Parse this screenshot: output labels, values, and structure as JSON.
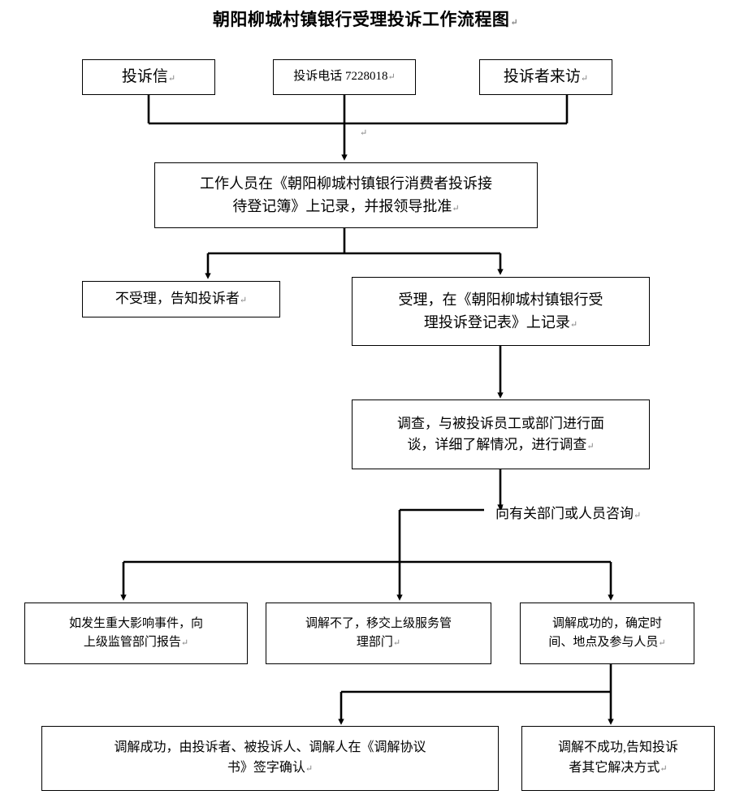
{
  "title": "朝阳柳城村镇银行受理投诉工作流程图",
  "title_mark": "↵",
  "colors": {
    "line": "#000000",
    "box_border": "#000000",
    "background": "#ffffff",
    "text": "#000000",
    "pilcrow": "#7f7f7f"
  },
  "chart_data": {
    "type": "diagram",
    "diagram_kind": "flowchart",
    "title": "朝阳柳城村镇银行受理投诉工作流程图",
    "orientation": "top-to-bottom",
    "nodes": [
      {
        "id": "n1",
        "label": "投诉信",
        "shape": "rect",
        "level": 1
      },
      {
        "id": "n2",
        "label": "投诉电话 7228018",
        "shape": "rect",
        "level": 1
      },
      {
        "id": "n3",
        "label": "投诉者来访",
        "shape": "rect",
        "level": 1
      },
      {
        "id": "n4",
        "label": "工作人员在《朝阳柳城村镇银行消费者投诉接待登记簿》上记录，并报领导批准",
        "shape": "rect",
        "level": 2
      },
      {
        "id": "n5",
        "label": "不受理，告知投诉者",
        "shape": "rect",
        "level": 3
      },
      {
        "id": "n6",
        "label": "受理，在《朝阳柳城村镇银行受理投诉登记表》上记录",
        "shape": "rect",
        "level": 3
      },
      {
        "id": "n7",
        "label": "调查，与被投诉员工或部门进行面谈，详细了解情况，进行调查",
        "shape": "rect",
        "level": 4
      },
      {
        "id": "n8",
        "label": "向有关部门或人员咨询",
        "shape": "text",
        "level": 5
      },
      {
        "id": "n9",
        "label": "如发生重大影响事件，向上级监管部门报告",
        "shape": "rect",
        "level": 6
      },
      {
        "id": "n10",
        "label": "调解不了，移交上级服务管理部门",
        "shape": "rect",
        "level": 6
      },
      {
        "id": "n11",
        "label": "调解成功的，确定时间、地点及参与人员",
        "shape": "rect",
        "level": 6
      },
      {
        "id": "n12",
        "label": "调解成功，由投诉者、被投诉人、调解人在《调解协议书》签字确认",
        "shape": "rect",
        "level": 7
      },
      {
        "id": "n13",
        "label": "调解不成功,告知投诉者其它解决方式",
        "shape": "rect",
        "level": 7
      }
    ],
    "edges": [
      {
        "from": "n1",
        "to": "n4",
        "style": "elbow",
        "arrow": true
      },
      {
        "from": "n2",
        "to": "n4",
        "style": "straight",
        "arrow": true
      },
      {
        "from": "n3",
        "to": "n4",
        "style": "elbow",
        "arrow": true
      },
      {
        "from": "n4",
        "to": "n5",
        "style": "elbow",
        "arrow": true
      },
      {
        "from": "n4",
        "to": "n6",
        "style": "elbow",
        "arrow": true
      },
      {
        "from": "n6",
        "to": "n7",
        "style": "straight",
        "arrow": true
      },
      {
        "from": "n7",
        "to": "n8",
        "style": "straight",
        "arrow": true
      },
      {
        "from": "n8",
        "to": "n9",
        "style": "elbow",
        "arrow": true
      },
      {
        "from": "n8",
        "to": "n10",
        "style": "elbow",
        "arrow": true
      },
      {
        "from": "n8",
        "to": "n11",
        "style": "elbow",
        "arrow": true
      },
      {
        "from": "n11",
        "to": "n12",
        "style": "elbow",
        "arrow": true
      },
      {
        "from": "n11",
        "to": "n13",
        "style": "elbow",
        "arrow": true
      }
    ]
  },
  "nodes": {
    "complaint_letter": {
      "label": "投诉信",
      "mark": "↵"
    },
    "complaint_phone": {
      "label": "投诉电话 7228018",
      "mark": "↵"
    },
    "complaint_visit": {
      "label": "投诉者来访",
      "mark": "↵"
    },
    "registration": {
      "line1": "工作人员在《朝阳柳城村镇银行消费者投诉接",
      "line2": "待登记簿》上记录，并报领导批准",
      "mark": "↵"
    },
    "rejected": {
      "label": "不受理，告知投诉者",
      "mark": "↵"
    },
    "accepted": {
      "line1": "受理，在《朝阳柳城村镇银行受",
      "line2": "理投诉登记表》上记录",
      "mark": "↵"
    },
    "investigate": {
      "line1": "调查，与被投诉员工或部门进行面",
      "line2": "谈，详细了解情况，进行调查",
      "mark": "↵"
    },
    "consult_label": {
      "label": "向有关部门或人员咨询",
      "mark": "↵"
    },
    "major_event": {
      "line1": "如发生重大影响事件，向",
      "line2": "上级监管部门报告",
      "mark": "↵"
    },
    "escalate": {
      "line1": "调解不了，移交上级服务管",
      "line2": "理部门",
      "mark": "↵"
    },
    "mediation_ok": {
      "line1": "调解成功的，确定时",
      "line2": "间、地点及参与人员",
      "mark": "↵"
    },
    "agreement_signed": {
      "line1": "调解成功，由投诉者、被投诉人、调解人在《调解协议",
      "line2": "书》签字确认",
      "mark": "↵"
    },
    "mediation_failed": {
      "line1": "调解不成功,告知投诉",
      "line2": "者其它解决方式",
      "mark": "↵"
    }
  },
  "marks": {
    "top_join_pilcrow": "↵"
  }
}
